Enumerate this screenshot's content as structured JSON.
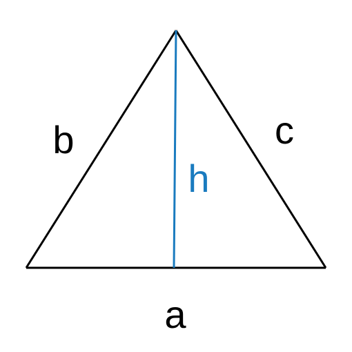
{
  "labels": {
    "base": "a",
    "left_side": "b",
    "right_side": "c",
    "height": "h"
  },
  "colors": {
    "sides": "#000000",
    "height": "#1a7bbf",
    "background": "#ffffff"
  }
}
